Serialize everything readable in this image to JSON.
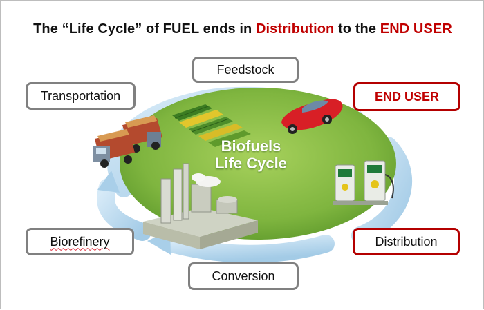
{
  "title": {
    "part1": "The “Life Cycle” of FUEL ends in ",
    "highlight1": "Distribution",
    "part2": " to the ",
    "highlight2": "END USER"
  },
  "center": {
    "line1": "Biofuels",
    "line2": "Life Cycle"
  },
  "stages": {
    "feedstock": "Feedstock",
    "transportation": "Transportation",
    "end_user": "END USER",
    "biorefinery": "Biorefinery",
    "conversion": "Conversion",
    "distribution": "Distribution"
  },
  "colors": {
    "accent_red": "#c00000",
    "box_border": "#808080",
    "arrow_blue": "#a9cfe9",
    "field_green": "#7fb53f"
  }
}
